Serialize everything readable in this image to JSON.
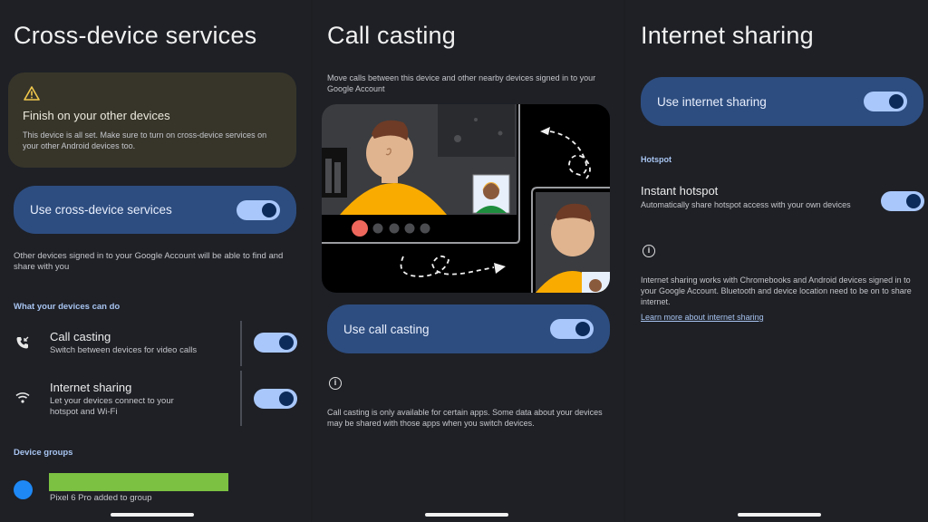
{
  "panels": {
    "cross_device": {
      "title": "Cross-device services",
      "warning": {
        "icon": "warning-icon",
        "title": "Finish on your other devices",
        "body": "This device is all set. Make sure to turn on cross-device services on your other Android devices too."
      },
      "main_toggle": {
        "label": "Use cross-device services",
        "on": true
      },
      "description": "Other devices signed in to your Google Account will be able to find and share with you",
      "section_label": "What your devices can do",
      "features": [
        {
          "icon": "call-casting-icon",
          "title": "Call casting",
          "subtitle": "Switch between devices for video calls",
          "on": true
        },
        {
          "icon": "wifi-icon",
          "title": "Internet sharing",
          "subtitle": "Let your devices connect to your hotspot and Wi-Fi",
          "on": true
        }
      ],
      "groups_label": "Device groups",
      "group_item": {
        "caption": "Pixel 6 Pro added to group",
        "highlight_color": "#7cc142",
        "dot_color": "#1e88f5"
      }
    },
    "call_casting": {
      "title": "Call casting",
      "description": "Move calls between this device and other nearby devices signed in to your Google Account",
      "main_toggle": {
        "label": "Use call casting",
        "on": true
      },
      "info_text": "Call casting is only available for certain apps. Some data about your devices may be shared with those apps when you switch devices."
    },
    "internet_sharing": {
      "title": "Internet sharing",
      "main_toggle": {
        "label": "Use internet sharing",
        "on": true
      },
      "section_label": "Hotspot",
      "hotspot": {
        "title": "Instant hotspot",
        "subtitle": "Automatically share hotspot access with your own devices",
        "on": true
      },
      "info_text": "Internet sharing works with Chromebooks and Android devices signed in to your Google Account. Bluetooth and device location need to be on to share internet.",
      "link": "Learn more about internet sharing"
    }
  },
  "colors": {
    "background": "#1e2026",
    "card_blue": "#2d4d80",
    "switch_track": "#a9c7fa",
    "switch_knob": "#0c2b5a",
    "warning_card": "#37352a",
    "accent_label": "#a8c4f0"
  }
}
